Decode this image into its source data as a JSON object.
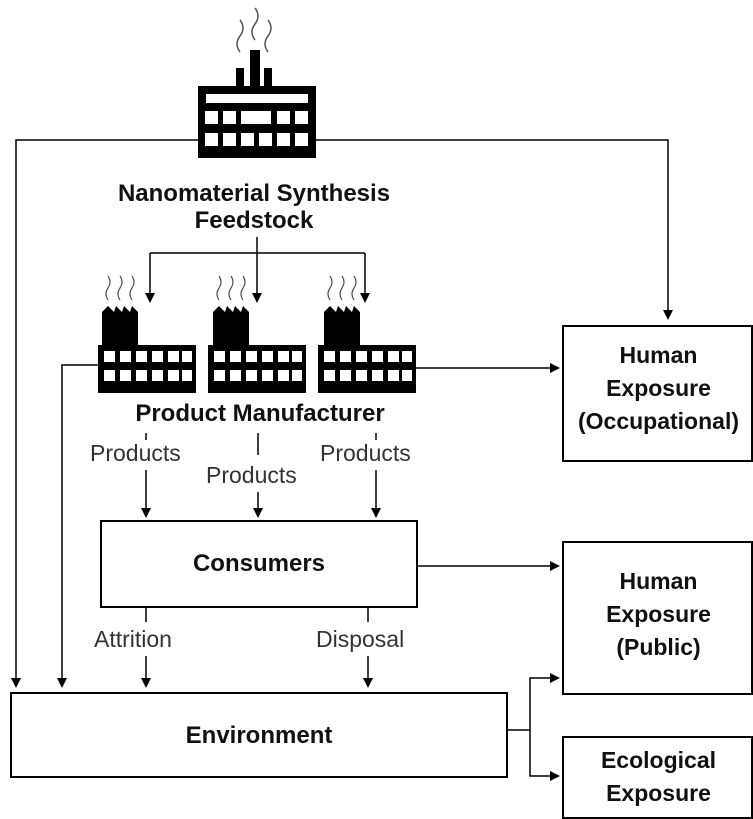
{
  "source": {
    "label_line1": "Nanomaterial Synthesis",
    "label_line2": "Feedstock",
    "icon": "factory-icon"
  },
  "manufacturer": {
    "label": "Product Manufacturer",
    "icon": "factory-icon",
    "products_left": "Products",
    "products_middle": "Products",
    "products_right": "Products"
  },
  "consumers": {
    "label": "Consumers",
    "attrition": "Attrition",
    "disposal": "Disposal"
  },
  "environment": {
    "label": "Environment"
  },
  "outcomes": {
    "occupational": {
      "line1": "Human",
      "line2": "Exposure",
      "line3": "(Occupational)"
    },
    "public": {
      "line1": "Human",
      "line2": "Exposure",
      "line3": "(Public)"
    },
    "ecological": {
      "line1": "Ecological",
      "line2": "Exposure"
    }
  },
  "colors": {
    "stroke": "#000000",
    "background": "#ffffff",
    "text": "#111111"
  }
}
